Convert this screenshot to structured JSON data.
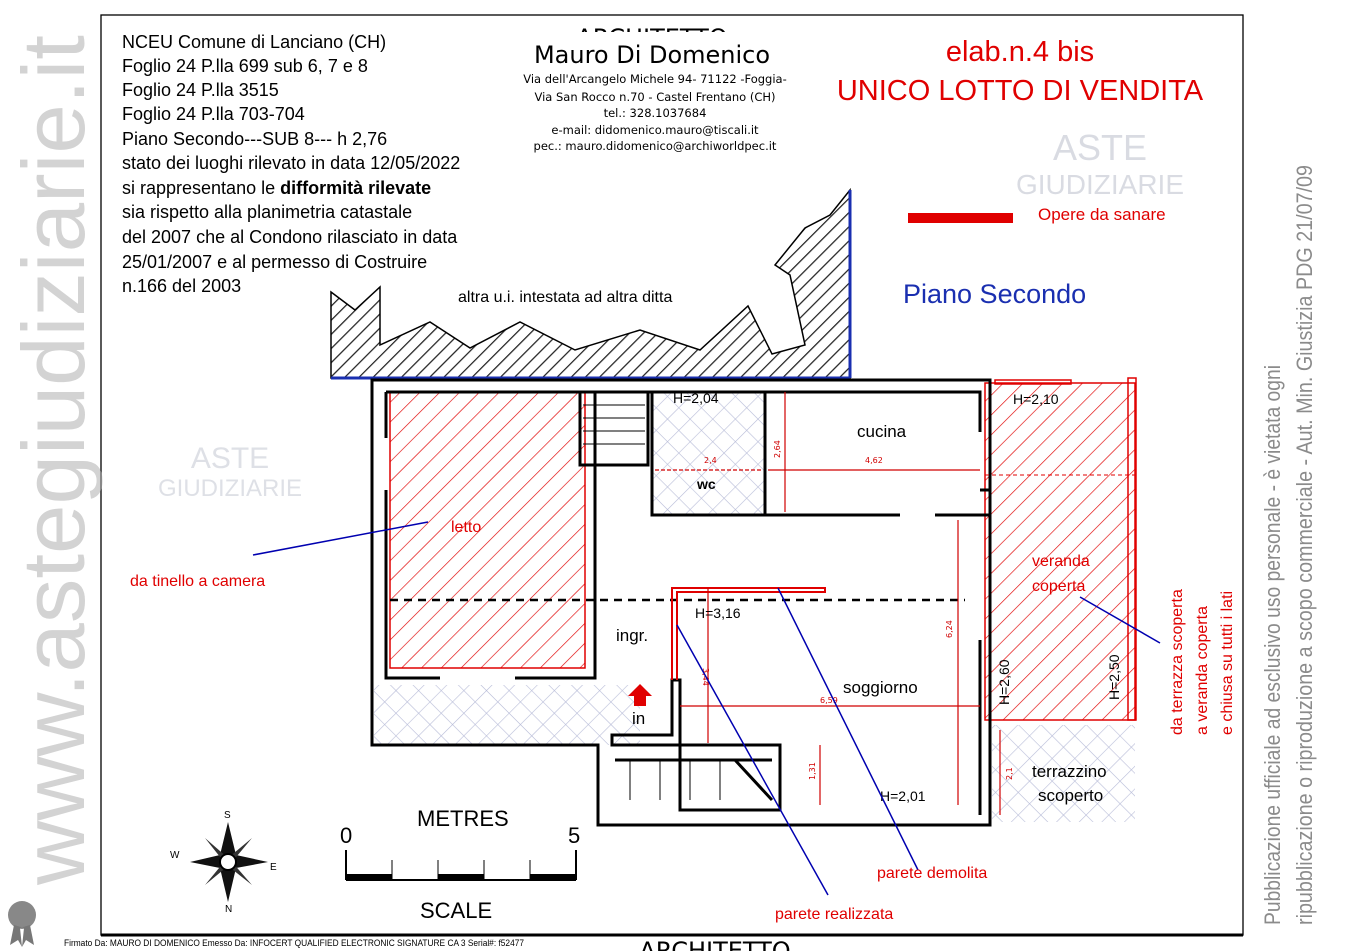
{
  "info_block": {
    "lines": [
      "NCEU Comune di Lanciano (CH)",
      "Foglio 24 P.lla 699  sub 6, 7 e 8",
      "Foglio 24 P.lla 3515",
      "Foglio 24 P.lla 703-704",
      "Piano Secondo---SUB 8---  h 2,76",
      "stato dei luoghi rilevato in data 12/05/2022"
    ],
    "line7_prefix": "si rappresentano le ",
    "line7_bold": "difformità rilevate",
    "lines_after": [
      "sia rispetto alla planimetria catastale",
      "del 2007 che al Condono rilasciato in data",
      "25/01/2007  e al permesso di Costruire",
      "n.166 del 2003"
    ]
  },
  "architect": {
    "title_top": "ARCHITETTO",
    "name": "Mauro Di Domenico",
    "address1": "Via dell'Arcangelo Michele 94- 71122 -Foggia-",
    "address2": "Via San Rocco n.70 - Castel Frentano (CH)",
    "tel": "tel.: 328.1037684",
    "email": "e-mail: didomenico.mauro@tiscali.it",
    "pec": "pec.: mauro.didomenico@archiworldpec.it",
    "title_bottom": "ARCHITETTO"
  },
  "heading": {
    "elab": "elab.n.4 bis",
    "lotto": "UNICO LOTTO DI VENDITA"
  },
  "legend": {
    "label": "Opere da sanare",
    "color": "#e00000"
  },
  "floor_label": "Piano Secondo",
  "plan": {
    "neighbor": "altra u.i. intestata ad altra ditta",
    "rooms": {
      "letto": "letto",
      "cucina": "cucina",
      "wc": "wc",
      "ingresso": "ingr.",
      "soggiorno": "soggiorno",
      "veranda_1": "veranda",
      "veranda_2": "coperta",
      "terrazzino_1": "terrazzino",
      "terrazzino_2": "scoperto",
      "in": "in"
    },
    "heights": {
      "wc": "H=2,04",
      "veranda_top": "H=2,10",
      "soggiorno": "H=3,16",
      "veranda_left": "H=2,60",
      "veranda_right": "H=2,50",
      "bottom": "H=2,01"
    },
    "dimensions": {
      "wc_width": "2,4",
      "cucina_height": "2,64",
      "cucina_width": "4,62",
      "soggiorno_height": "6,24",
      "soggiorno_width": "6,59",
      "ingr_height": "3,44",
      "stair_height": "1,31",
      "terrace_height": "2,1"
    },
    "annotations": {
      "tinello": "da tinello a camera",
      "demolita": "parete demolita",
      "realizzata": "parete realizzata",
      "terrazza_1": "da terrazza scoperta",
      "terrazza_2": "a veranda coperta",
      "terrazza_3": "e chiusa su tutti i lati"
    },
    "colors": {
      "red": "#e00000",
      "blue": "#0000b0",
      "title_blue": "#1a2fb0"
    }
  },
  "scale": {
    "title": "METRES",
    "zero": "0",
    "five": "5",
    "label": "SCALE"
  },
  "compass": {
    "s": "S",
    "n": "N",
    "e": "E",
    "w": "W"
  },
  "watermark": {
    "site": "www.astegiudiziarie.it",
    "logo_1": "ASTE",
    "logo_2": "GIUDIZIARIE",
    "notice_1": "Pubblicazione ufficiale ad esclusivo uso personale - è vietata ogni",
    "notice_2": "ripubblicazione o riproduzione a scopo commerciale - Aut. Min. Giustizia PDG 21/07/09"
  },
  "signature": "Firmato Da: MAURO DI DOMENICO Emesso Da: INFOCERT QUALIFIED ELECTRONIC SIGNATURE CA 3 Serial#: f52477"
}
